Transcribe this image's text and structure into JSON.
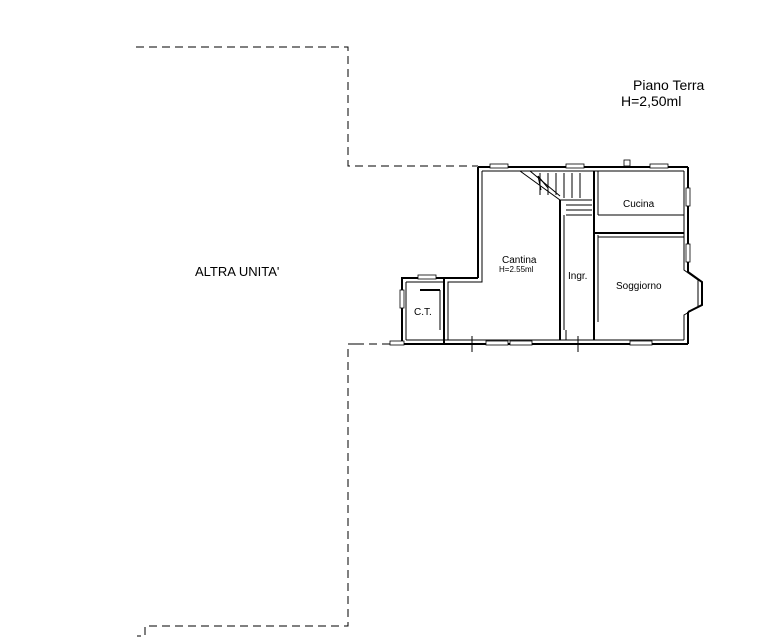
{
  "plan": {
    "floor_label": "Piano Terra",
    "height_label": "H=2,50ml",
    "other_unit_label": "ALTRA UNITA'",
    "rooms": {
      "cantina": {
        "name": "Cantina",
        "height": "H=2.55ml"
      },
      "cucina": {
        "name": "Cucina"
      },
      "soggiorno": {
        "name": "Soggiorno"
      },
      "ingresso": {
        "name": "Ingr."
      },
      "ct": {
        "name": "C.T."
      }
    }
  }
}
